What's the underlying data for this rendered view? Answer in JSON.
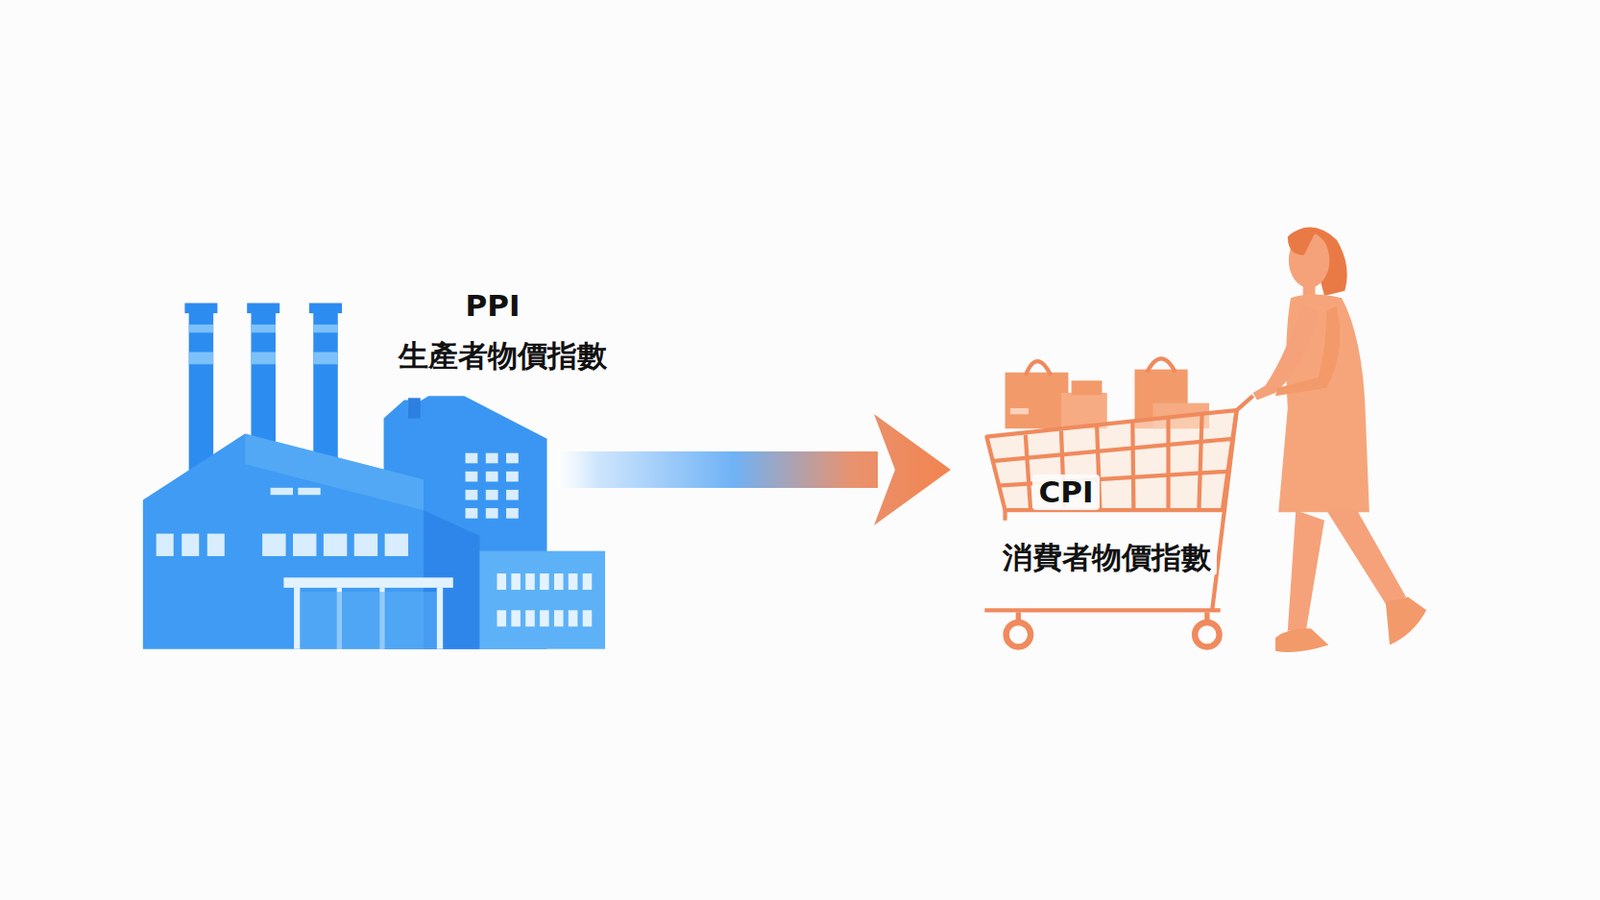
{
  "diagram": {
    "nodes": [
      {
        "text": [
          "PPI",
          "生產者物價指數"
        ]
      },
      {
        "text": [
          "CPI",
          "消費者物價指數"
        ]
      }
    ],
    "edges": [
      {
        "from": 0,
        "to": 1,
        "arrow": "to"
      }
    ]
  }
}
